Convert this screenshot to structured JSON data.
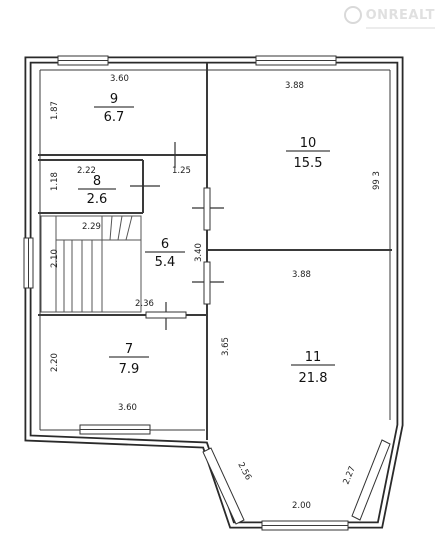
{
  "watermark": {
    "text": "ONREALT"
  },
  "rooms": [
    {
      "id": "9",
      "number": "9",
      "area": "6.7"
    },
    {
      "id": "8",
      "number": "8",
      "area": "2.6"
    },
    {
      "id": "6",
      "number": "6",
      "area": "5.4"
    },
    {
      "id": "7",
      "number": "7",
      "area": "7.9"
    },
    {
      "id": "10",
      "number": "10",
      "area": "15.5"
    },
    {
      "id": "11",
      "number": "11",
      "area": "21.8"
    }
  ],
  "dimensions": {
    "r9_width": "3.60",
    "r9_height": "1.87",
    "r8_width": "2.22",
    "r8_height": "1.18",
    "stair_width": "2.29",
    "stair_height": "2.10",
    "hall_door": "1.25",
    "hall_height": "3.40",
    "hall_width": "2.36",
    "r7_height": "2.20",
    "r7_width": "3.60",
    "r10_width": "3.88",
    "r10_height": "99 3",
    "r11_width": "3.88",
    "r11_height": "3.65",
    "bay_left": "2.56",
    "bay_front": "2.00",
    "bay_right": "2.27"
  }
}
